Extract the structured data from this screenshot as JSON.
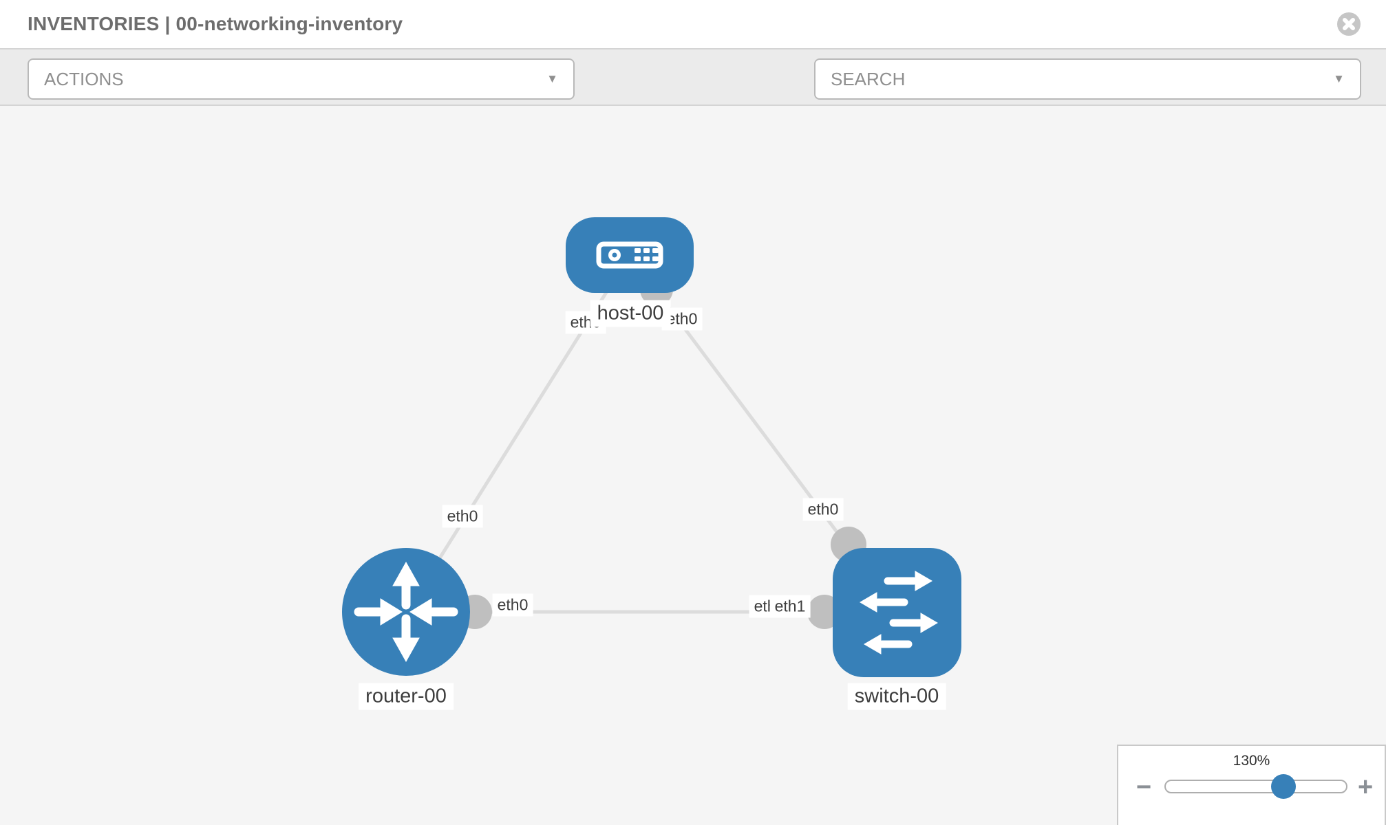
{
  "header": {
    "title": "INVENTORIES | 00-networking-inventory"
  },
  "toolbar": {
    "actions_placeholder": "ACTIONS",
    "search_placeholder": "SEARCH",
    "caret": "▼"
  },
  "graph": {
    "nodes": [
      {
        "label": "host-00",
        "type": "host"
      },
      {
        "label": "router-00",
        "type": "router"
      },
      {
        "label": "switch-00",
        "type": "switch"
      }
    ],
    "links": [
      {
        "source": "host-00",
        "source_interface": "eth0",
        "target": "router-00",
        "target_interface": "eth0"
      },
      {
        "source": "host-00",
        "source_interface": "eth0",
        "target": "switch-00",
        "target_interface": "eth0"
      },
      {
        "source": "router-00",
        "source_interface": "eth0",
        "target": "switch-00",
        "target_interface": "eth1",
        "occluded_interface_label": "eth0"
      }
    ]
  },
  "zoom_control": {
    "level": "130%",
    "minus": "−",
    "plus": "+"
  },
  "colors": {
    "node_blue": "#3780b8",
    "link_gray": "#dcdcdc",
    "interface_gray": "#bfbfbf",
    "toolbar_gray": "#ebebeb"
  }
}
